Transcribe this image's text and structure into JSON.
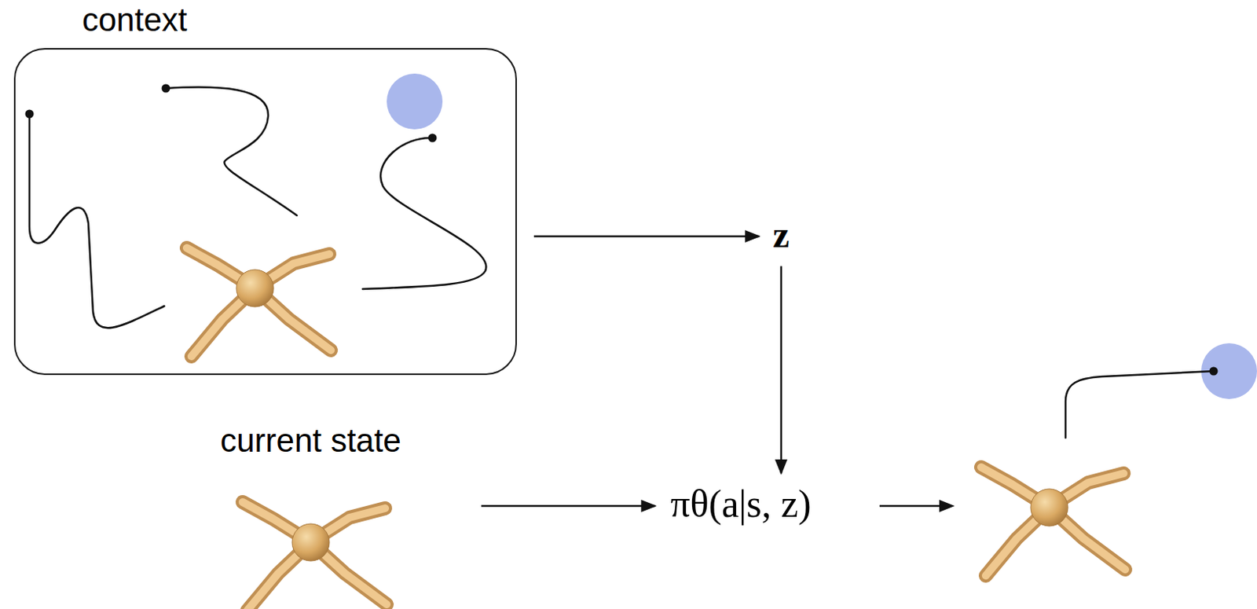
{
  "diagram": {
    "nodes": [
      {
        "text": [
          "context"
        ]
      },
      {
        "text": [
          "z"
        ]
      },
      {
        "text": [
          "current state"
        ]
      },
      {
        "text": [
          "πθ(a|s, z)"
        ]
      }
    ],
    "edges": [
      {
        "from": 0,
        "to": 1,
        "arrow": "to"
      },
      {
        "from": 1,
        "to": 3,
        "arrow": "to"
      },
      {
        "from": 2,
        "to": 3,
        "arrow": "to"
      }
    ]
  }
}
